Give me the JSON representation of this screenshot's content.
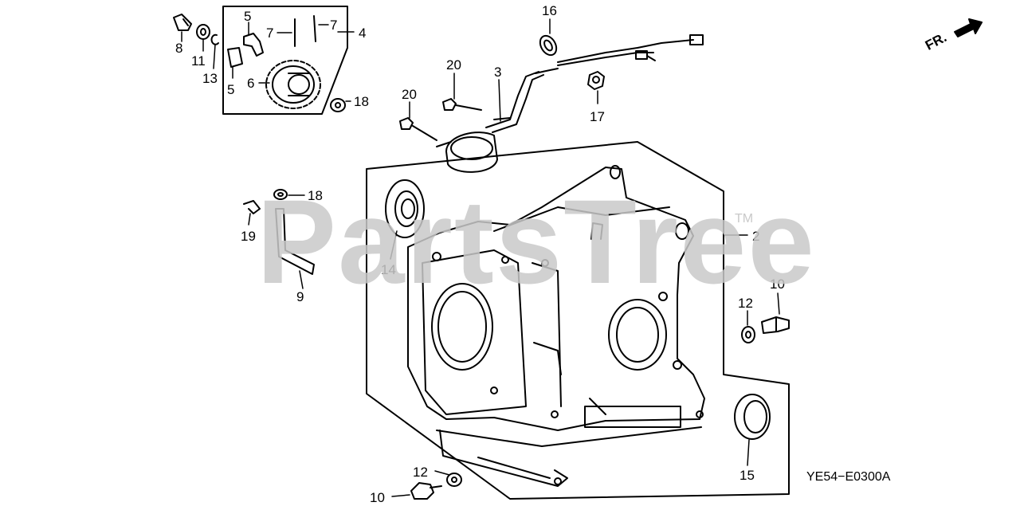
{
  "watermark": {
    "text": "PartsTree",
    "trademark": "TM"
  },
  "diagram_ref": "YE54−E0300A",
  "direction_label": "FR.",
  "callouts": [
    {
      "id": "c8",
      "text": "8"
    },
    {
      "id": "c11",
      "text": "11"
    },
    {
      "id": "c13",
      "text": "13"
    },
    {
      "id": "c5a",
      "text": "5"
    },
    {
      "id": "c5b",
      "text": "5"
    },
    {
      "id": "c6",
      "text": "6"
    },
    {
      "id": "c7a",
      "text": "7"
    },
    {
      "id": "c7b",
      "text": "7"
    },
    {
      "id": "c4",
      "text": "4"
    },
    {
      "id": "c18a",
      "text": "18"
    },
    {
      "id": "c16",
      "text": "16"
    },
    {
      "id": "c17",
      "text": "17"
    },
    {
      "id": "c20a",
      "text": "20"
    },
    {
      "id": "c3",
      "text": "3"
    },
    {
      "id": "c20b",
      "text": "20"
    },
    {
      "id": "c18b",
      "text": "18"
    },
    {
      "id": "c19",
      "text": "19"
    },
    {
      "id": "c9",
      "text": "9"
    },
    {
      "id": "c14",
      "text": "14"
    },
    {
      "id": "c2",
      "text": "2"
    },
    {
      "id": "c10a",
      "text": "10"
    },
    {
      "id": "c12a",
      "text": "12"
    },
    {
      "id": "c15",
      "text": "15"
    },
    {
      "id": "c12b",
      "text": "12"
    },
    {
      "id": "c10b",
      "text": "10"
    }
  ]
}
